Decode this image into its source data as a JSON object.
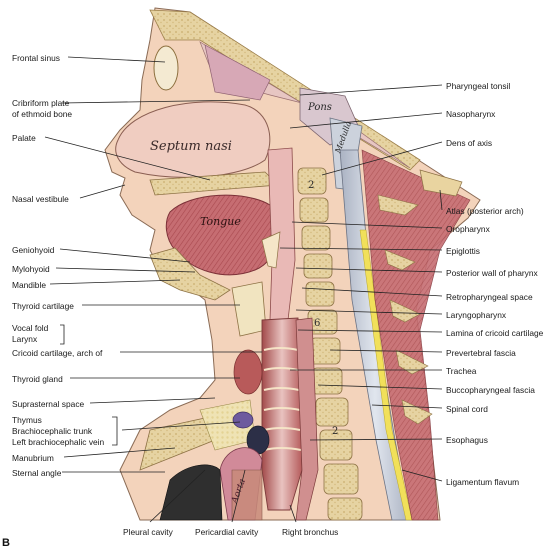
{
  "figure": {
    "panel_letter": "B",
    "colors": {
      "skin": "#f1c9ae",
      "bone": "#e4cf9a",
      "muscle": "#c2656a",
      "airway": "#dcb0b0",
      "cord": "#c9cfd9",
      "nerve_yellow": "#f0e05a",
      "leader": "#222222"
    },
    "structures": {
      "septum": "Septum nasi",
      "tongue": "Tongue",
      "pons": "Pons",
      "medulla": "Medulla",
      "aorta": "Aorta",
      "vertebra_2_upper": "2",
      "vertebra_6": "6",
      "vertebra_2_lower": "2"
    },
    "left_labels": [
      "Frontal sinus",
      "Cribriform plate",
      "of ethmoid bone",
      "Palate",
      "Nasal vestibule",
      "Geniohyoid",
      "Mylohyoid",
      "Mandible",
      "Thyroid cartilage",
      "Vocal fold",
      "Larynx",
      "Cricoid cartilage, arch of",
      "Thyroid gland",
      "Suprasternal space",
      "Thymus",
      "Brachiocephalic trunk",
      "Left brachiocephalic vein",
      "Manubrium",
      "Sternal angle"
    ],
    "right_labels": [
      "Pharyngeal tonsil",
      "Nasopharynx",
      "Dens of axis",
      "Atlas (posterior arch)",
      "Oropharynx",
      "Epiglottis",
      "Posterior wall of pharynx",
      "Retropharyngeal space",
      "Laryngopharynx",
      "Lamina of cricoid cartilage",
      "Prevertebral fascia",
      "Trachea",
      "Buccopharyngeal fascia",
      "Spinal cord",
      "Esophagus",
      "Ligamentum flavum"
    ],
    "bottom_labels": [
      "Pleural cavity",
      "Pericardial cavity",
      "Right bronchus"
    ]
  }
}
